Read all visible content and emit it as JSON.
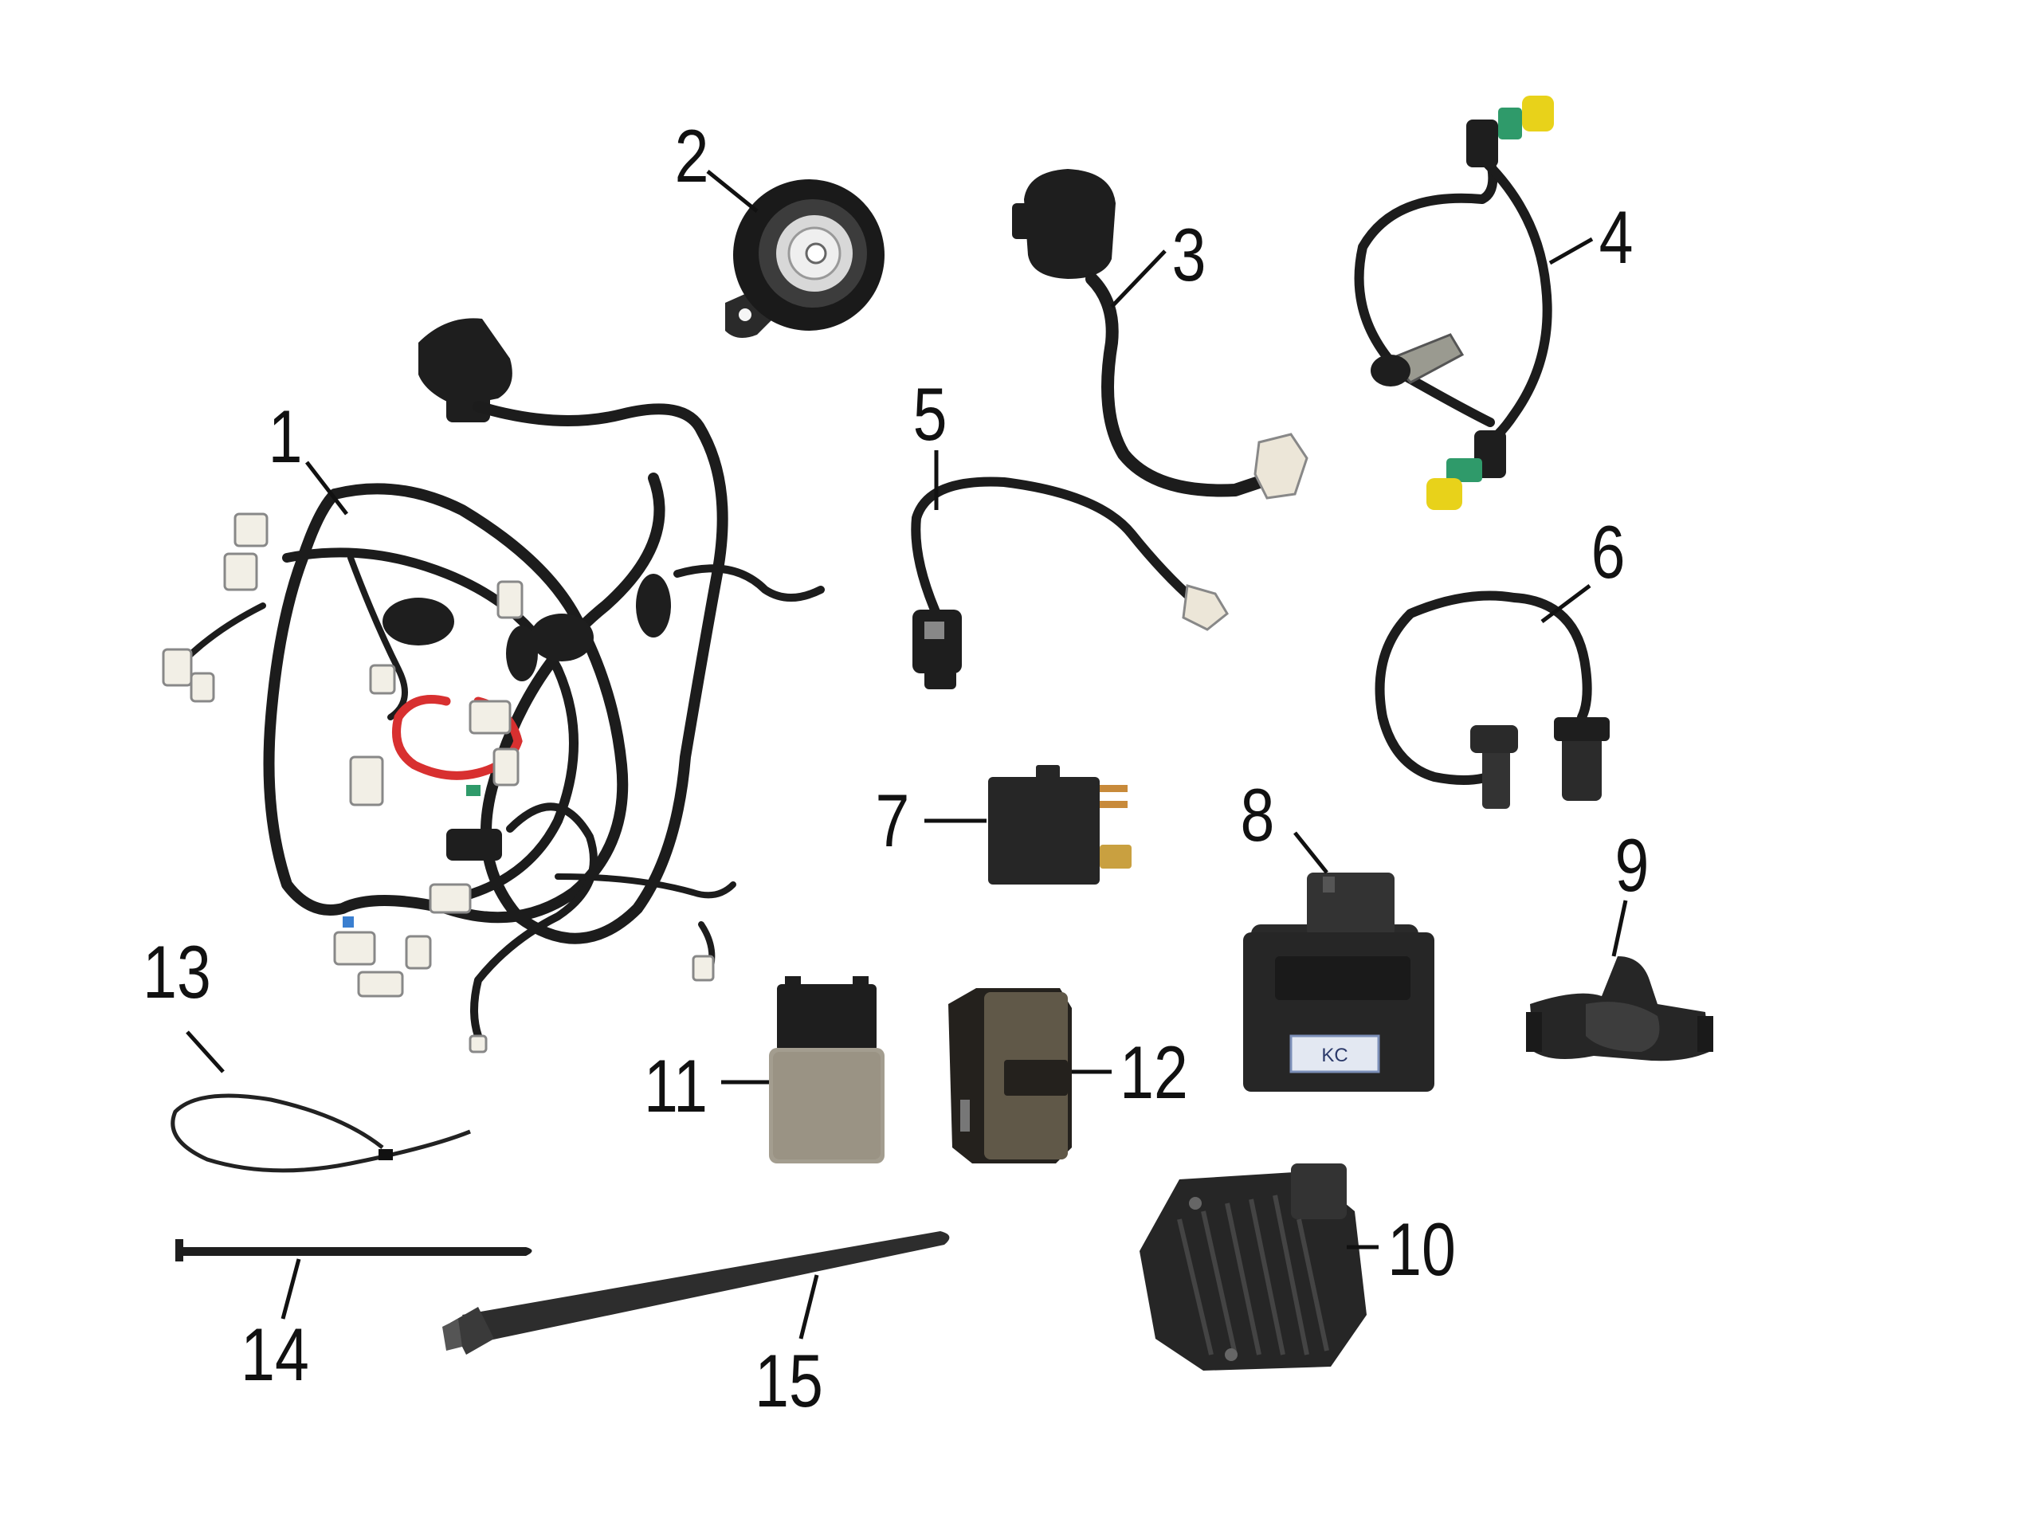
{
  "callouts": {
    "c1": "1",
    "c2": "2",
    "c3": "3",
    "c4": "4",
    "c5": "5",
    "c6": "6",
    "c7": "7",
    "c8": "8",
    "c9": "9",
    "c10": "10",
    "c11": "11",
    "c12": "12",
    "c13": "13",
    "c14": "14",
    "c15": "15"
  },
  "label_stamp": {
    "part8": "KC"
  },
  "colors": {
    "background": "#ffffff",
    "part_black": "#1e1e1e",
    "connector_white": "#f2efe6",
    "wire_red": "#d83030",
    "connector_green": "#2f9a6a",
    "connector_yellow": "#e8d21a",
    "metal_gray": "#9a9a90"
  },
  "parts": [
    {
      "callout": "1",
      "name": "wiring-harness"
    },
    {
      "callout": "2",
      "name": "horn"
    },
    {
      "callout": "3",
      "name": "sensor-with-cap"
    },
    {
      "callout": "4",
      "name": "fuel-hose-with-connectors"
    },
    {
      "callout": "5",
      "name": "sensor-cable"
    },
    {
      "callout": "6",
      "name": "ignition-coil"
    },
    {
      "callout": "7",
      "name": "relay"
    },
    {
      "callout": "8",
      "name": "cdi-unit"
    },
    {
      "callout": "9",
      "name": "rubber-bracket"
    },
    {
      "callout": "10",
      "name": "regulator-rectifier"
    },
    {
      "callout": "11",
      "name": "flasher-relay"
    },
    {
      "callout": "12",
      "name": "relay-module"
    },
    {
      "callout": "13",
      "name": "thin-cable-tie"
    },
    {
      "callout": "14",
      "name": "cable-tie"
    },
    {
      "callout": "15",
      "name": "push-mount-cable-tie"
    }
  ]
}
